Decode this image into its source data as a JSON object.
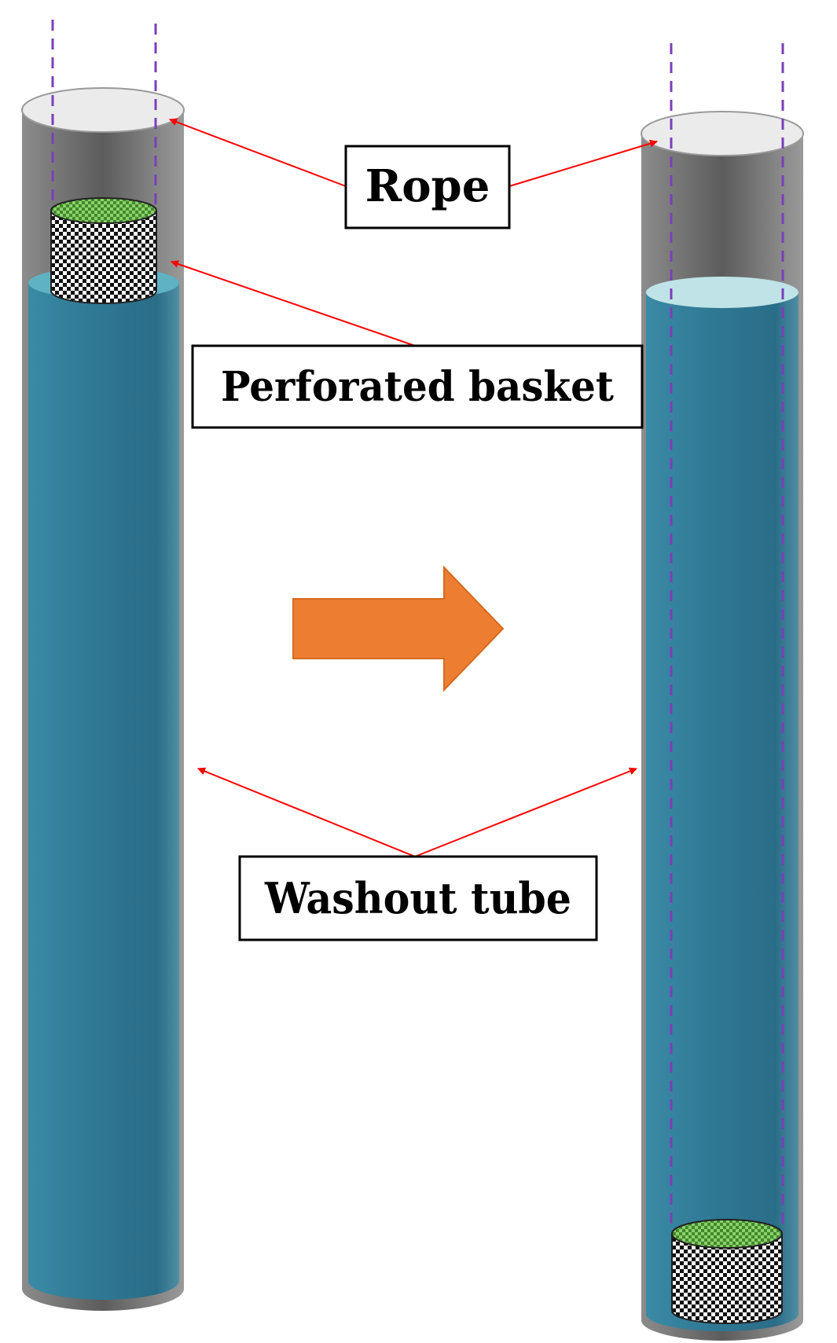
{
  "labels": {
    "rope": "Rope",
    "basket": "Perforated basket",
    "tube": "Washout tube"
  },
  "colors": {
    "water": "#2f7a94",
    "water_surface": "#bfe3e6",
    "tube_wall": "#777777",
    "tube_top": "#ebebeb",
    "rope": "#7a3fb8",
    "leader_line": "#ff0000",
    "arrow": "#ed7d31",
    "basket_top": "#6ab04c",
    "label_border": "#000000"
  },
  "icons": {
    "transition_arrow": "right-arrow-icon",
    "basket": "perforated-basket-icon"
  }
}
